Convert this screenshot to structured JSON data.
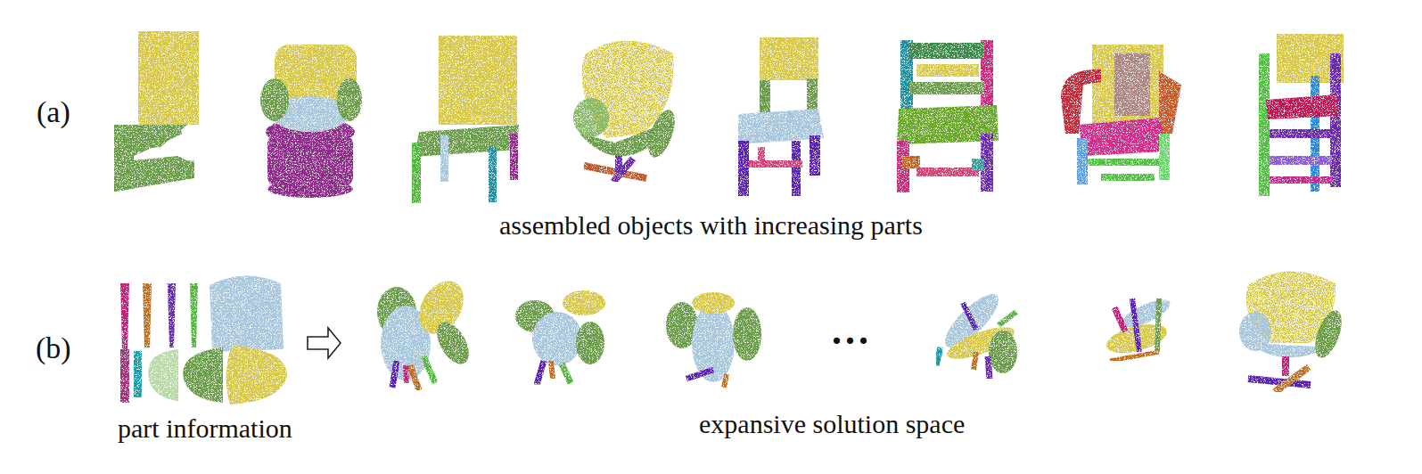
{
  "diagram": {
    "labels": [
      "(a)",
      "assembled objects with increasing parts",
      "(b)",
      "part information",
      "...",
      "expansive solution space"
    ]
  }
}
